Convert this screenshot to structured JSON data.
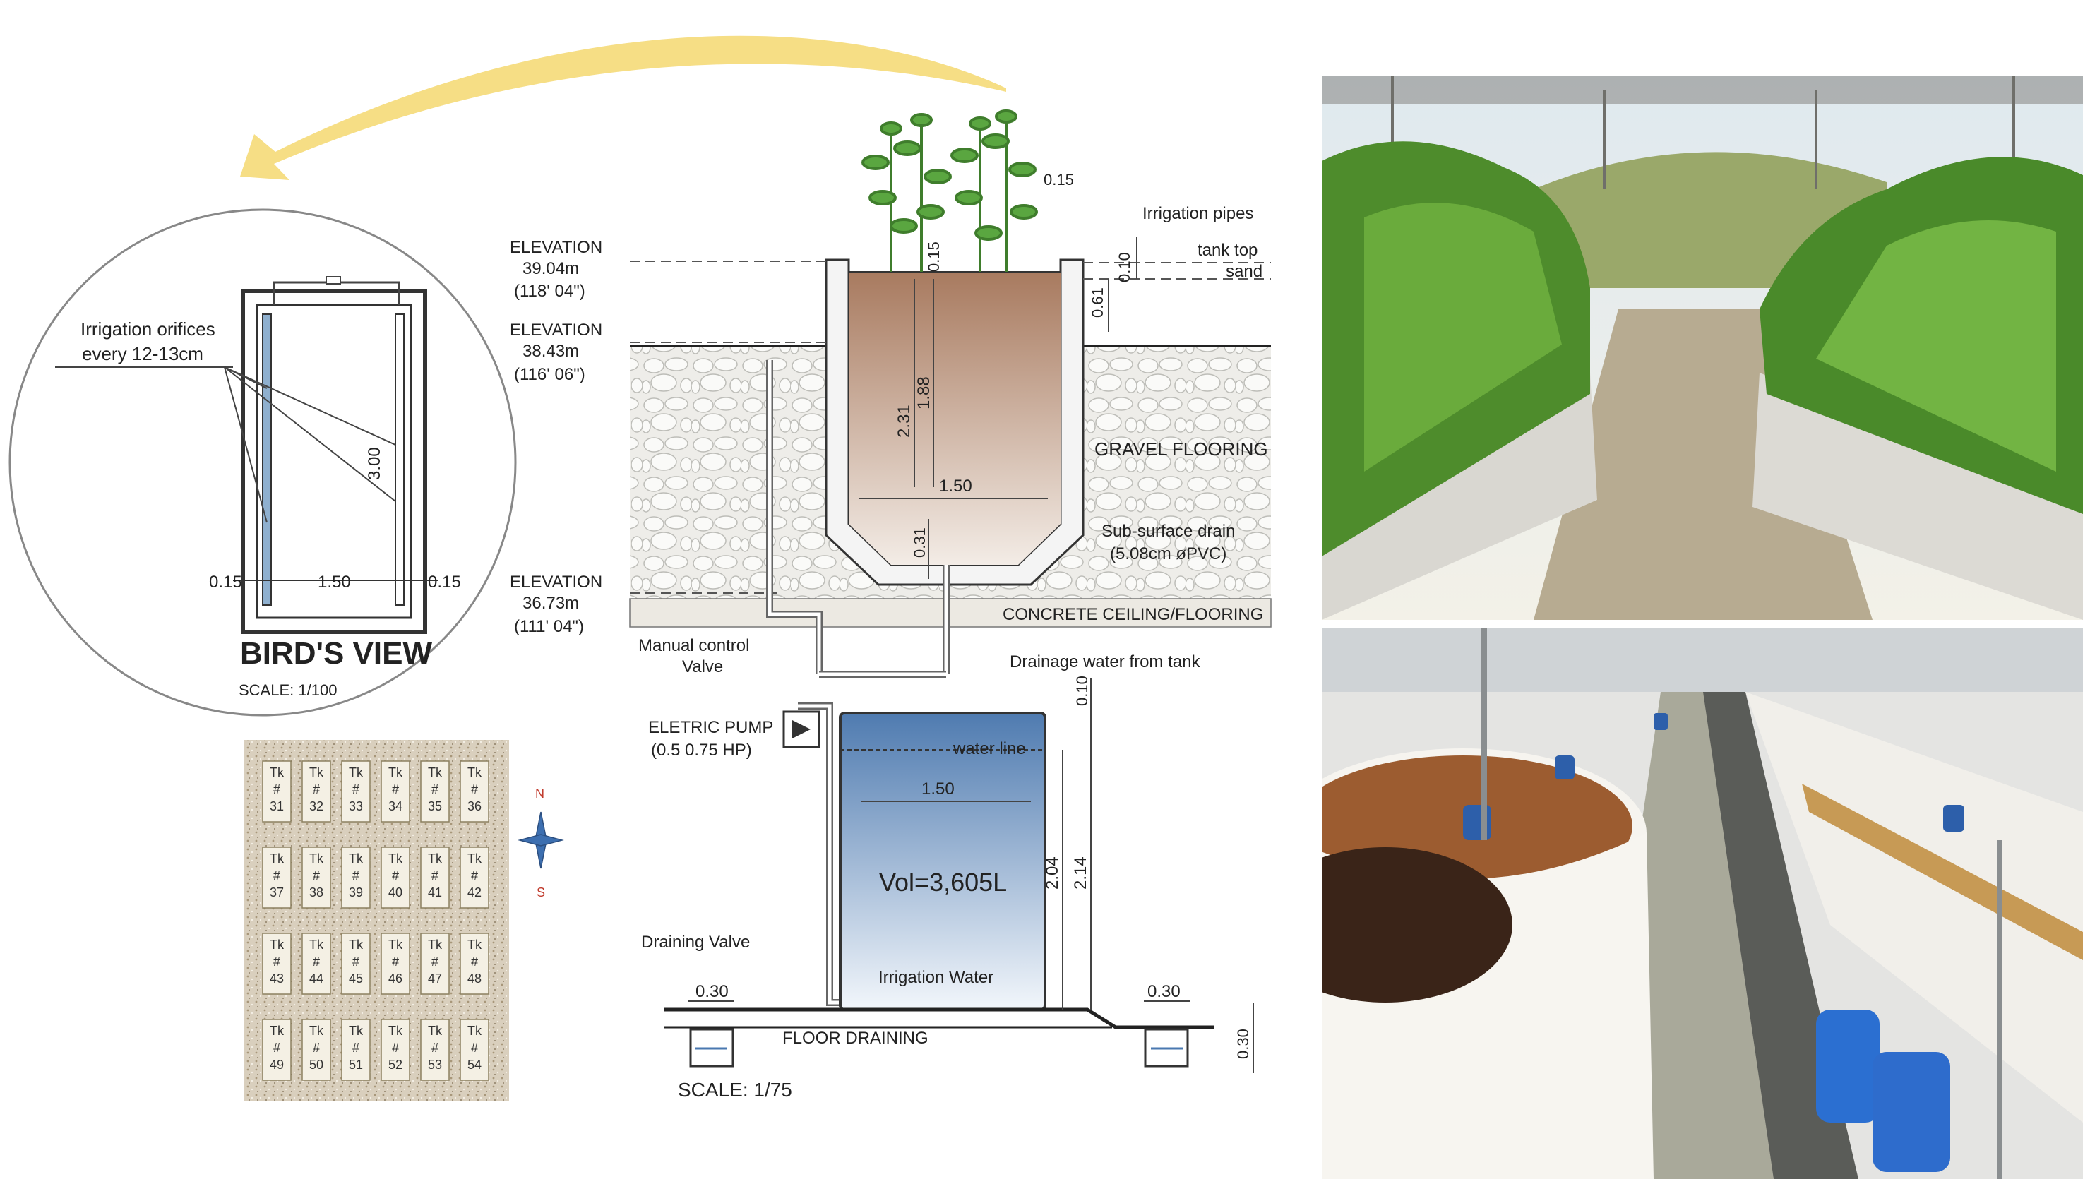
{
  "birds_view": {
    "title": "BIRD'S VIEW",
    "scale": "SCALE: 1/100",
    "orifice_label_1": "Irrigation orifices",
    "orifice_label_2": "every 12-13cm",
    "dim_length": "3.00",
    "dim_width": "1.50",
    "dim_side_left": "0.15",
    "dim_side_right": "0.15"
  },
  "site_plan": {
    "north": "N",
    "south": "S",
    "tank_prefix": "Tk",
    "tank_hash": "#",
    "tanks": [
      "31",
      "32",
      "33",
      "34",
      "35",
      "36",
      "37",
      "38",
      "39",
      "40",
      "41",
      "42",
      "43",
      "44",
      "45",
      "46",
      "47",
      "48",
      "49",
      "50",
      "51",
      "52",
      "53",
      "54"
    ]
  },
  "section": {
    "elevations": [
      {
        "label": "ELEVATION",
        "value_m": "39.04m",
        "value_ft": "(118' 04\")"
      },
      {
        "label": "ELEVATION",
        "value_m": "38.43m",
        "value_ft": "(116' 06\")"
      },
      {
        "label": "ELEVATION",
        "value_m": "36.73m",
        "value_ft": "(111' 04\")"
      }
    ],
    "irrigation_pipes": "Irrigation pipes",
    "tank_top": "tank top",
    "sand": "sand",
    "gravel_flooring": "GRAVEL FLOORING",
    "subsurface_drain_1": "Sub-surface drain",
    "subsurface_drain_2": "(5.08cm øPVC)",
    "concrete": "CONCRETE CEILING/FLOORING",
    "manual_valve_1": "Manual control",
    "manual_valve_2": "Valve",
    "drainage_water": "Drainage water from tank",
    "pump_1": "ELETRIC PUMP",
    "pump_2": "(0.5 0.75 HP)",
    "water_line": "water line",
    "volume": "Vol=3,605L",
    "draining_valve": "Draining Valve",
    "irrigation_water": "Irrigation Water",
    "floor_draining": "FLOOR DRAINING",
    "scale": "SCALE: 1/75",
    "dims": {
      "d015": "0.15",
      "d015b": "0.15",
      "d010": "0.10",
      "d061": "0.61",
      "d231": "2.31",
      "d188": "1.88",
      "d150_top": "1.50",
      "d031": "0.31",
      "d010_low": "0.10",
      "d150_low": "1.50",
      "d204": "2.04",
      "d214": "2.14",
      "d030_left": "0.30",
      "d030_right": "0.30",
      "d030_floor": "0.30"
    }
  },
  "colors": {
    "arrow": "#f5dc7a",
    "soil": "#b08770",
    "water": "#6d93be",
    "gravel": "#e8e6e1",
    "plant": "#4f9a3a"
  }
}
